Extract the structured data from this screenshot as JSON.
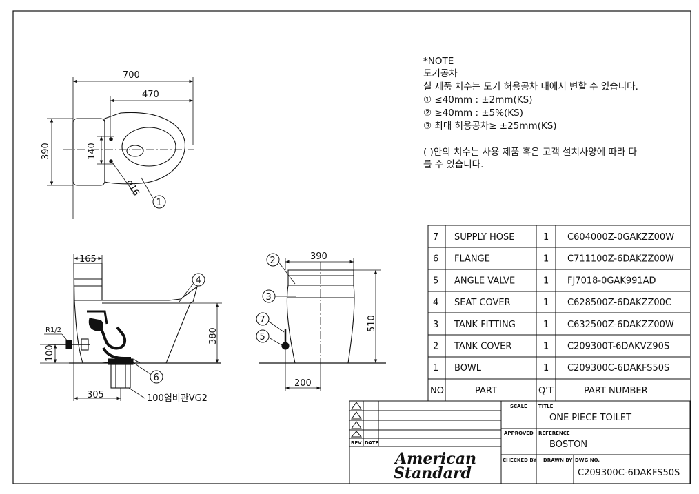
{
  "note": {
    "heading": "*NOTE",
    "subheading": "도기공차",
    "intro": "실 제품 치수는 도기 허용공차 내에서 변할 수 있습니다.",
    "items": [
      "① ≤40mm  :  ±2mm(KS)",
      "② ≥40mm  :  ±5%(KS)",
      "③ 최대 허용공차≥ ±25mm(KS)"
    ],
    "paren_line1": "(  )안의 치수는 사용 제품 혹은 고객 설치사양에 따라 다",
    "paren_line2": "를 수 있습니다."
  },
  "dimensions": {
    "top_total_width": "700",
    "top_seat_width": "470",
    "top_depth": "390",
    "top_hole_spacing": "140",
    "top_hole_dia": "ø16",
    "side_tank_depth": "165",
    "side_height": "380",
    "side_supply_height": "100",
    "side_drain_offset": "305",
    "side_supply_label": "R1/2",
    "side_drain_label": "100염비관VG2",
    "front_width": "390",
    "front_height": "510",
    "front_supply_offset": "200"
  },
  "callouts": {
    "bowl": "1",
    "tank_cover": "2",
    "tank_fitting": "3",
    "seat_cover": "4",
    "angle_valve": "5",
    "flange": "6",
    "supply_hose": "7"
  },
  "parts_table": {
    "headers": {
      "no": "NO",
      "part": "PART",
      "qty": "Q'T",
      "part_number": "PART NUMBER"
    },
    "rows": [
      {
        "no": "7",
        "part": "SUPPLY HOSE",
        "qty": "1",
        "part_number": "C604000Z-0GAKZZ00W"
      },
      {
        "no": "6",
        "part": "FLANGE",
        "qty": "1",
        "part_number": "C711100Z-6DAKZZ00W"
      },
      {
        "no": "5",
        "part": "ANGLE VALVE",
        "qty": "1",
        "part_number": "FJ7018-0GAK991AD"
      },
      {
        "no": "4",
        "part": "SEAT COVER",
        "qty": "1",
        "part_number": "C628500Z-6DAKZZ00C"
      },
      {
        "no": "3",
        "part": "TANK FITTING",
        "qty": "1",
        "part_number": "C632500Z-6DAKZZ00W"
      },
      {
        "no": "2",
        "part": "TANK COVER",
        "qty": "1",
        "part_number": "C209300T-6DAKVZ90S"
      },
      {
        "no": "1",
        "part": "BOWL",
        "qty": "1",
        "part_number": "C209300C-6DAKFS50S"
      }
    ]
  },
  "title_block": {
    "scale_label": "SCALE",
    "title_label": "TITLE",
    "title": "ONE PIECE TOILET",
    "approved_label": "APPROVED",
    "reference_label": "REFERENCE",
    "reference": "BOSTON",
    "rev_label": "REV",
    "date_label": "DATE",
    "checked_by_label": "CHECKED BY",
    "drawn_by_label": "DRAWN BY",
    "dwg_no_label": "DWG NO.",
    "dwg_no": "C209300C-6DAKFS50S",
    "logo_line1": "American",
    "logo_line2": "Standard"
  }
}
